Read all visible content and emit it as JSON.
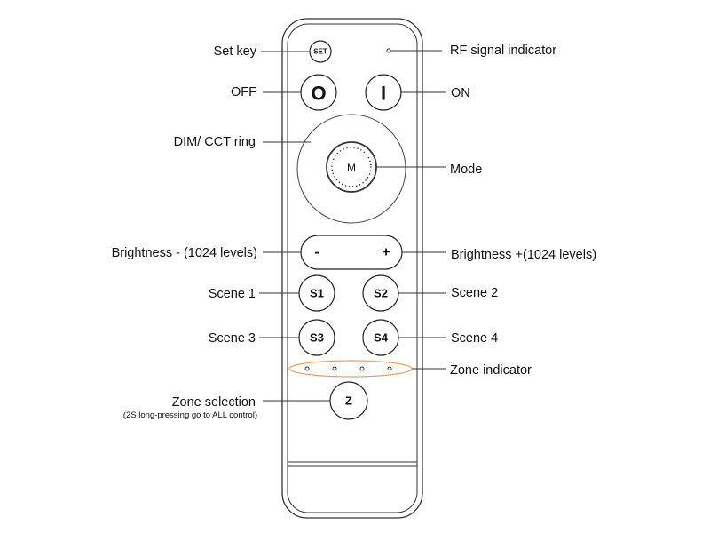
{
  "labels": {
    "set_key": "Set key",
    "off": "OFF",
    "dim_cct_ring": "DIM/ CCT  ring",
    "brightness_minus": "Brightness - (1024 levels)",
    "scene1": "Scene 1",
    "scene3": "Scene 3",
    "zone_selection": "Zone selection",
    "zone_selection_note": "(2S long-pressing go to ALL control)",
    "rf_signal": "RF  signal  indicator",
    "on": "ON",
    "mode": "Mode",
    "brightness_plus": "Brightness +(1024 levels)",
    "scene2": "Scene 2",
    "scene4": "Scene 4",
    "zone_indicator": "Zone indicator"
  },
  "buttons": {
    "set": "SET",
    "off": "O",
    "on": "I",
    "mode": "M",
    "minus": "-",
    "plus": "+",
    "s1": "S1",
    "s2": "S2",
    "s3": "S3",
    "s4": "S4",
    "z": "Z"
  },
  "colors": {
    "zone_highlight": "#e8a060"
  }
}
